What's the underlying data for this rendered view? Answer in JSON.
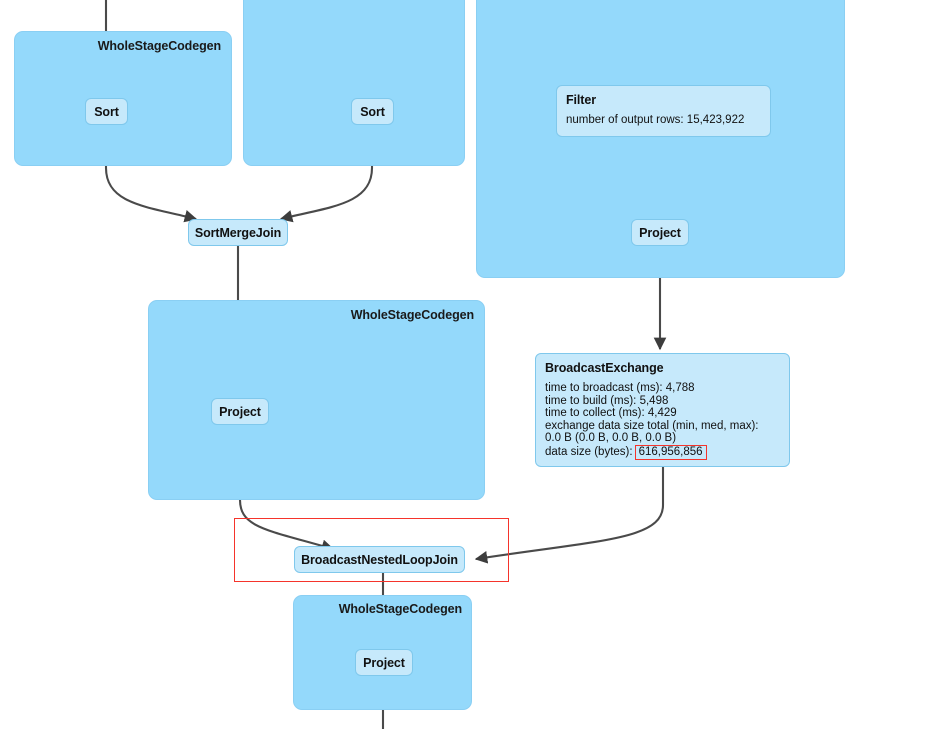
{
  "diagram": {
    "type": "spark-sql-execution-plan-dag",
    "colors": {
      "cluster_fill": "#94D9FB",
      "node_fill": "#C6E9FB",
      "node_border": "#7FC8EC",
      "edge": "#4a4a4a",
      "highlight": "#F5342B",
      "background": "#ffffff"
    },
    "clusters": [
      {
        "id": "wsc-left",
        "label": "WholeStageCodegen"
      },
      {
        "id": "wsc-second",
        "label": ""
      },
      {
        "id": "wsc-right",
        "label": ""
      },
      {
        "id": "wsc-middle",
        "label": "WholeStageCodegen"
      },
      {
        "id": "wsc-bottom",
        "label": "WholeStageCodegen"
      }
    ],
    "nodes": [
      {
        "id": "sort-left",
        "title": "Sort"
      },
      {
        "id": "sort-right",
        "title": "Sort"
      },
      {
        "id": "sortmergejoin",
        "title": "SortMergeJoin"
      },
      {
        "id": "filter",
        "title": "Filter",
        "metrics": [
          "number of output rows: 15,423,922"
        ]
      },
      {
        "id": "project-right",
        "title": "Project"
      },
      {
        "id": "project-middle",
        "title": "Project"
      },
      {
        "id": "broadcastexchange",
        "title": "BroadcastExchange",
        "metrics": [
          "time to broadcast (ms): 4,788",
          "time to build (ms): 5,498",
          "time to collect (ms): 4,429",
          "exchange data size total (min, med, max):",
          "0.0 B (0.0 B, 0.0 B, 0.0 B)"
        ],
        "highlighted_metric_label": "data size (bytes):",
        "highlighted_metric_value": "616,956,856"
      },
      {
        "id": "broadcastnestedloopjoin",
        "title": "BroadcastNestedLoopJoin"
      },
      {
        "id": "project-bottom",
        "title": "Project"
      }
    ]
  }
}
